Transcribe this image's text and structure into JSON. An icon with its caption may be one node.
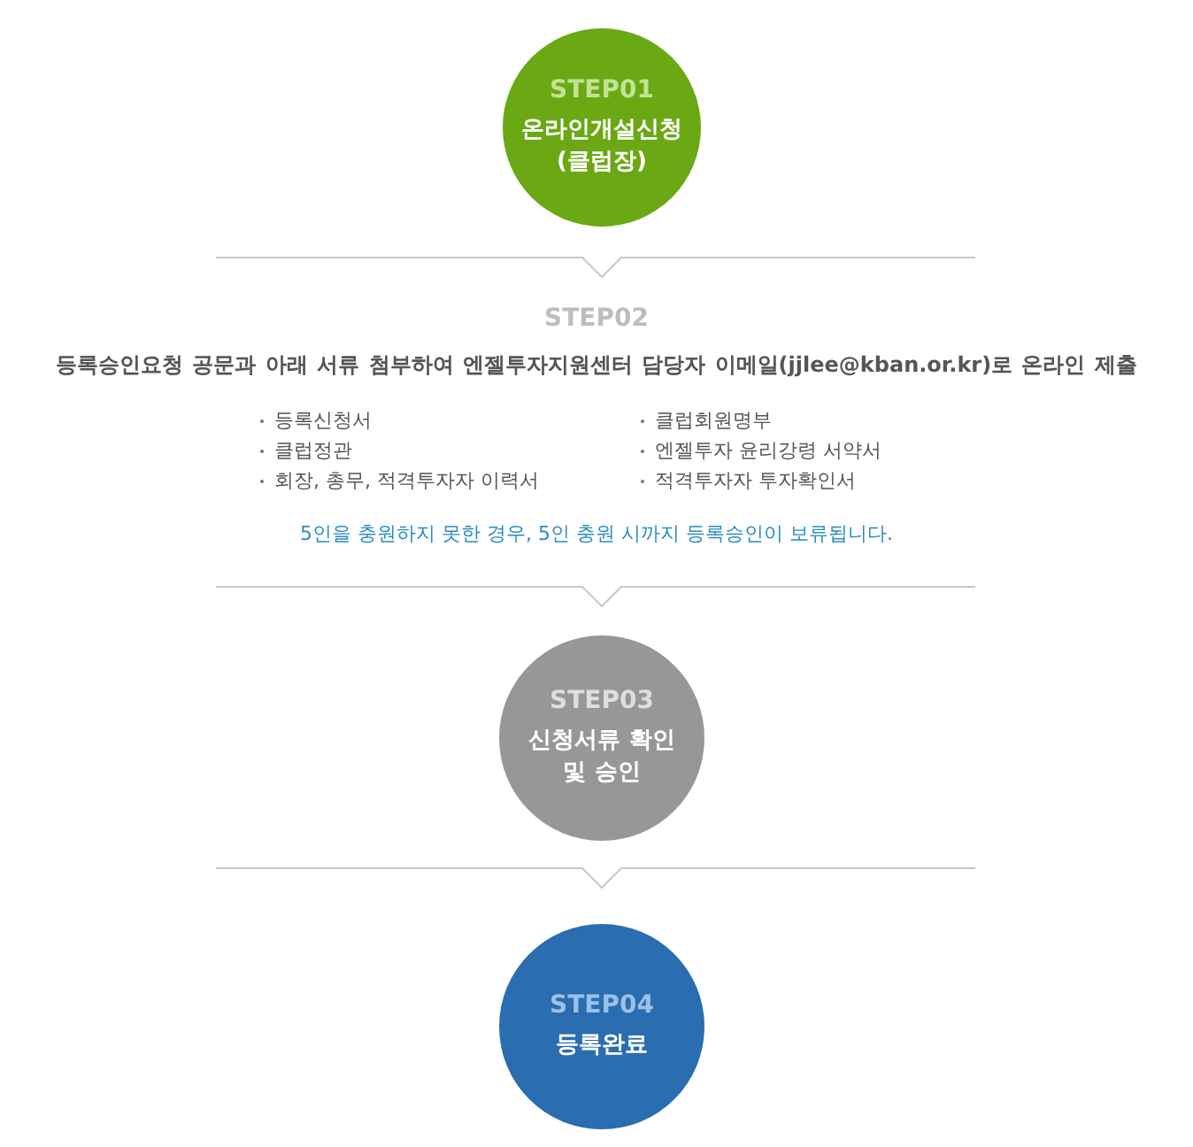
{
  "diagram": {
    "nodes": [
      {
        "text": [
          "STEP01",
          "온라인개설신청 (클럽장)"
        ]
      },
      {
        "text": [
          "STEP02",
          "등록승인요청 공문과 아래 서류 첨부하여 엔젤투자지원센터 담당자 이메일(jjlee@kban.or.kr)로 온라인 제출",
          "등록신청서",
          "클럽회원명부",
          "클럽정관",
          "엔젤투자 윤리강령 서약서",
          "회장, 총무, 적격투자자 이력서",
          "적격투자자 투자확인서",
          "5인을 충원하지 못한 경우, 5인 충원 시까지 등록승인이 보류됩니다."
        ]
      },
      {
        "text": [
          "STEP03",
          "신청서류 확인 및 승인"
        ]
      },
      {
        "text": [
          "STEP04",
          "등록완료"
        ]
      }
    ]
  }
}
